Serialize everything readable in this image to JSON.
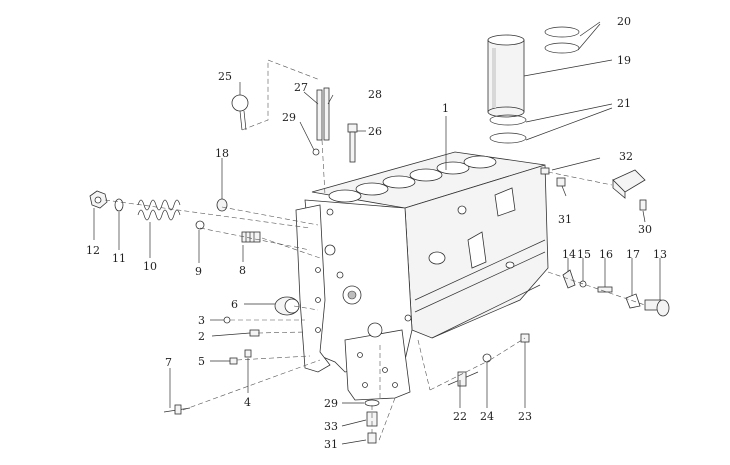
{
  "callouts": [
    {
      "id": "c1",
      "text": "1"
    },
    {
      "id": "c2",
      "text": "2"
    },
    {
      "id": "c3",
      "text": "3"
    },
    {
      "id": "c4",
      "text": "4"
    },
    {
      "id": "c5",
      "text": "5"
    },
    {
      "id": "c6",
      "text": "6"
    },
    {
      "id": "c7",
      "text": "7"
    },
    {
      "id": "c8",
      "text": "8"
    },
    {
      "id": "c9",
      "text": "9"
    },
    {
      "id": "c10",
      "text": "10"
    },
    {
      "id": "c11",
      "text": "11"
    },
    {
      "id": "c12",
      "text": "12"
    },
    {
      "id": "c13",
      "text": "13"
    },
    {
      "id": "c14",
      "text": "14"
    },
    {
      "id": "c15",
      "text": "15"
    },
    {
      "id": "c16",
      "text": "16"
    },
    {
      "id": "c17",
      "text": "17"
    },
    {
      "id": "c18",
      "text": "18"
    },
    {
      "id": "c19",
      "text": "19"
    },
    {
      "id": "c20",
      "text": "20"
    },
    {
      "id": "c21",
      "text": "21"
    },
    {
      "id": "c22",
      "text": "22"
    },
    {
      "id": "c23",
      "text": "23"
    },
    {
      "id": "c24",
      "text": "24"
    },
    {
      "id": "c25",
      "text": "25"
    },
    {
      "id": "c26",
      "text": "26"
    },
    {
      "id": "c27",
      "text": "27"
    },
    {
      "id": "c28",
      "text": "28"
    },
    {
      "id": "c29a",
      "text": "29"
    },
    {
      "id": "c29b",
      "text": "29"
    },
    {
      "id": "c30",
      "text": "30"
    },
    {
      "id": "c31a",
      "text": "31"
    },
    {
      "id": "c31b",
      "text": "31"
    },
    {
      "id": "c32",
      "text": "32"
    },
    {
      "id": "c33",
      "text": "33"
    }
  ]
}
